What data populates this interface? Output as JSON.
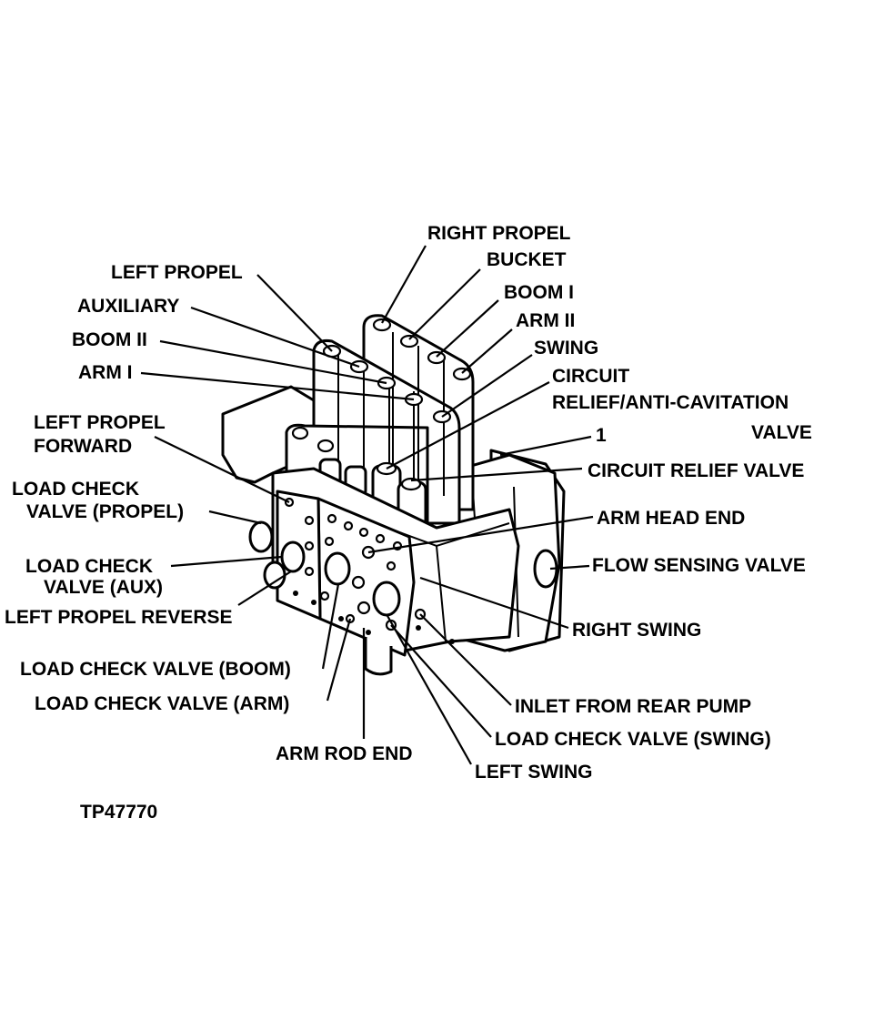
{
  "labels": {
    "right_propel": "RIGHT PROPEL",
    "bucket": "BUCKET",
    "boom_i": "BOOM I",
    "arm_ii": "ARM II",
    "swing": "SWING",
    "circuit_relief_anti_cav_line1": "CIRCUIT",
    "circuit_relief_anti_cav_line2": "RELIEF/ANTI-CAVITATION",
    "circuit_relief_anti_cav_line3": "VALVE",
    "callout_1": "1",
    "left_propel": "LEFT PROPEL",
    "auxiliary": "AUXILIARY",
    "boom_ii": "BOOM II",
    "arm_i": "ARM I",
    "left_propel_forward_line1": "LEFT PROPEL",
    "left_propel_forward_line2": "FORWARD",
    "load_check_propel_line1": "LOAD CHECK",
    "load_check_propel_line2": "VALVE (PROPEL)",
    "load_check_aux_line1": "LOAD CHECK",
    "load_check_aux_line2": "VALVE (AUX)",
    "left_propel_reverse": "LEFT PROPEL REVERSE",
    "load_check_boom": "LOAD CHECK VALVE (BOOM)",
    "load_check_arm": "LOAD CHECK VALVE (ARM)",
    "arm_rod_end": "ARM ROD END",
    "circuit_relief_valve": "CIRCUIT RELIEF VALVE",
    "arm_head_end": "ARM HEAD END",
    "flow_sensing_valve": "FLOW SENSING VALVE",
    "right_swing": "RIGHT SWING",
    "inlet_from_rear_pump": "INLET FROM REAR PUMP",
    "load_check_swing": "LOAD CHECK VALVE (SWING)",
    "left_swing": "LEFT SWING",
    "figure_id": "TP47770"
  }
}
